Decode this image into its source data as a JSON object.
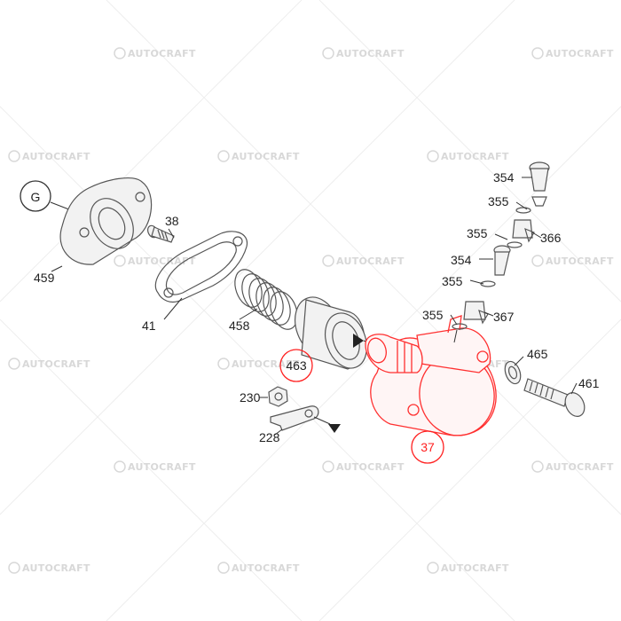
{
  "diagram": {
    "group_label": "G",
    "watermark_text": "AUTOCRAFT",
    "highlight_color": "#ff3030",
    "parts": [
      {
        "id": "p459",
        "label": "459",
        "highlighted": false
      },
      {
        "id": "p38",
        "label": "38",
        "highlighted": false
      },
      {
        "id": "p41",
        "label": "41",
        "highlighted": false
      },
      {
        "id": "p458",
        "label": "458",
        "highlighted": false
      },
      {
        "id": "p463",
        "label": "463",
        "highlighted": true
      },
      {
        "id": "p230",
        "label": "230",
        "highlighted": false
      },
      {
        "id": "p228",
        "label": "228",
        "highlighted": false
      },
      {
        "id": "p37",
        "label": "37",
        "highlighted": true
      },
      {
        "id": "p354a",
        "label": "354",
        "highlighted": false
      },
      {
        "id": "p355a",
        "label": "355",
        "highlighted": false
      },
      {
        "id": "p366",
        "label": "366",
        "highlighted": false
      },
      {
        "id": "p355b",
        "label": "355",
        "highlighted": false
      },
      {
        "id": "p354b",
        "label": "354",
        "highlighted": false
      },
      {
        "id": "p355c",
        "label": "355",
        "highlighted": false
      },
      {
        "id": "p355d",
        "label": "355",
        "highlighted": false
      },
      {
        "id": "p367",
        "label": "367",
        "highlighted": false
      },
      {
        "id": "p465",
        "label": "465",
        "highlighted": false
      },
      {
        "id": "p461",
        "label": "461",
        "highlighted": false
      }
    ]
  }
}
